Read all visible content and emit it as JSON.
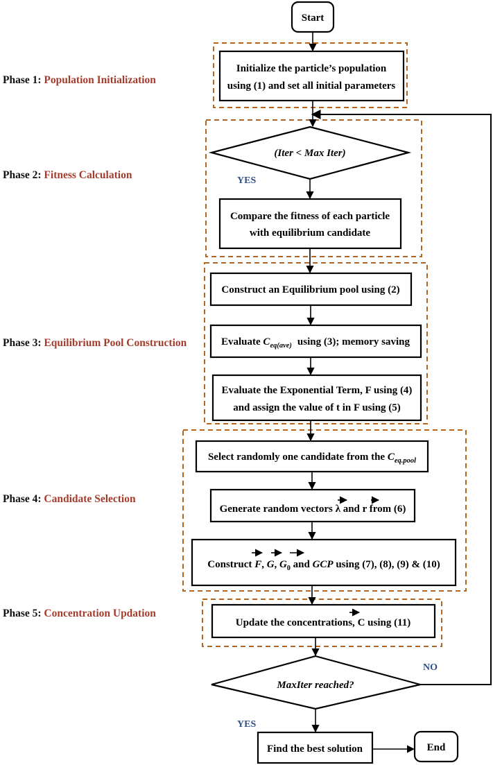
{
  "terminals": {
    "start": "Start",
    "end": "End"
  },
  "phases": [
    {
      "prefix": "Phase 1: ",
      "name": "Population Initialization"
    },
    {
      "prefix": "Phase 2: ",
      "name": "Fitness Calculation"
    },
    {
      "prefix": "Phase 3: ",
      "name": "Equilibrium Pool Construction"
    },
    {
      "prefix": "Phase 4: ",
      "name": "Candidate Selection"
    },
    {
      "prefix": "Phase 5: ",
      "name": "Concentration Updation"
    }
  ],
  "steps": {
    "init": [
      "Initialize the particle’s population",
      "using (1) and set all initial parameters"
    ],
    "iter_check": {
      "a": "(Iter",
      "op": "<",
      "b": "Max",
      "c": "Iter)"
    },
    "compare": [
      "Compare the fitness of each particle",
      "with equilibrium candidate"
    ],
    "pool": "Construct an Equilibrium pool using (2)",
    "ceq_ave": {
      "pre": "Evaluate",
      "sym": "C",
      "sub": "eq(ave)",
      "post": "using (3); memory saving"
    },
    "exponential": [
      "Evaluate the Exponential Term, F using (4)",
      "and assign the value of t in F using (5)"
    ],
    "select": {
      "pre": "Select randomly one candidate from the",
      "sym": "C",
      "sub": "eq.pool"
    },
    "random": {
      "pre": "Generate random vectors",
      "l": "λ",
      "mid": "and",
      "r": "r",
      "post": "from (6)"
    },
    "construct": {
      "pre": "Construct",
      "f": "F",
      "g": "G",
      "g0": "G",
      "g0sub": "0",
      "mid": "and",
      "gcp": "GCP",
      "post": "using (7), (8), (9) & (10)"
    },
    "update": {
      "pre": "Update the concentrations,",
      "c": "C",
      "post": "using (11)"
    },
    "maxiter": "MaxIter reached?",
    "best": "Find the best solution"
  },
  "branches": {
    "yes1": "YES",
    "yes2": "YES",
    "no": "NO"
  }
}
